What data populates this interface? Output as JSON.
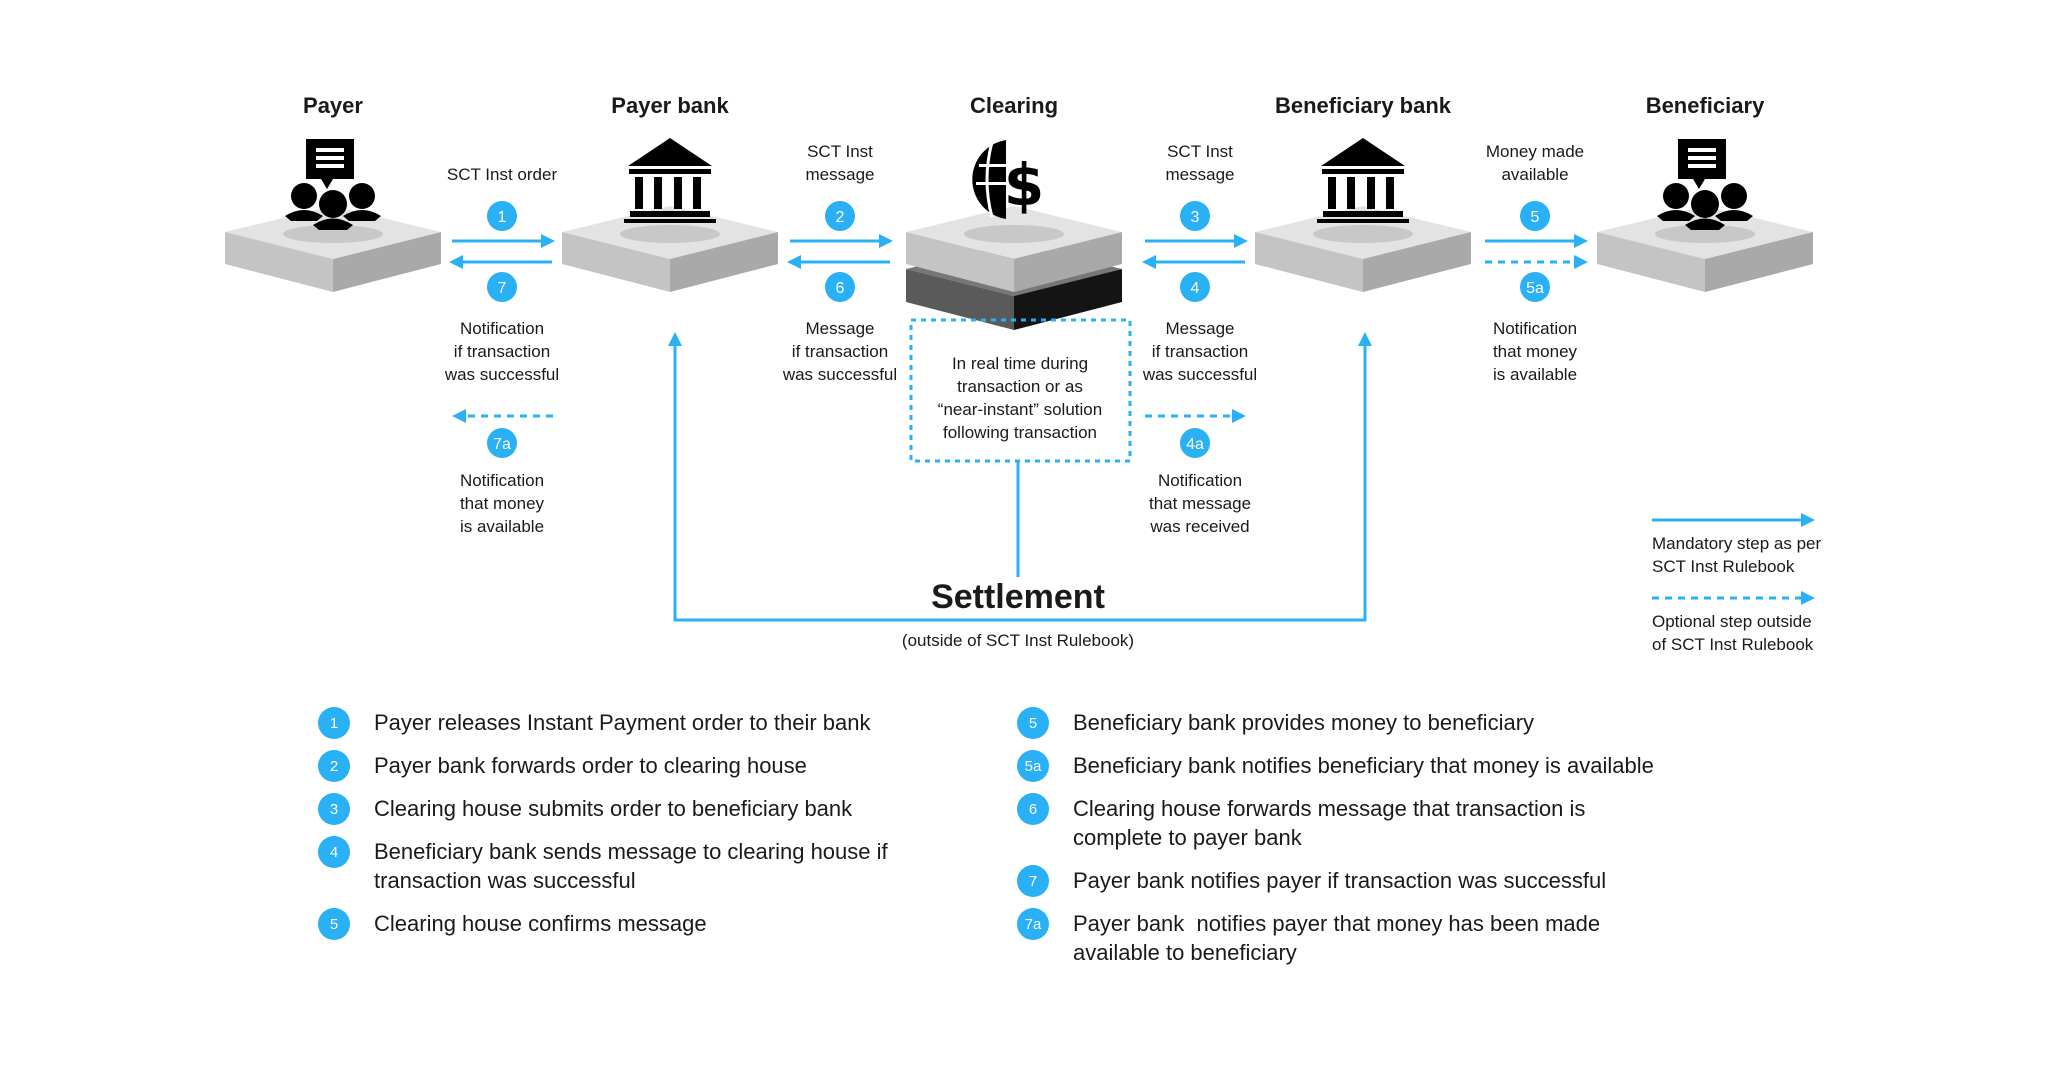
{
  "colors": {
    "accent": "#29b0f5",
    "text": "#1a1a1a",
    "platform_top": "#e3e3e3",
    "platform_left": "#c4c4c4",
    "platform_right": "#a9a9a9"
  },
  "actors": [
    {
      "id": "payer",
      "title": "Payer",
      "icon": "people-chat-icon"
    },
    {
      "id": "payer_bank",
      "title": "Payer bank",
      "icon": "bank-icon"
    },
    {
      "id": "clearing",
      "title": "Clearing",
      "icon": "globe-dollar-icon"
    },
    {
      "id": "beneficiary_bank",
      "title": "Beneficiary bank",
      "icon": "bank-icon"
    },
    {
      "id": "beneficiary",
      "title": "Beneficiary",
      "icon": "people-chat-icon"
    }
  ],
  "flows": {
    "payer_to_payer_bank": {
      "top_label": [
        "SCT Inst order"
      ],
      "forward_step": "1",
      "back_step": "7",
      "bottom_label": [
        "Notification",
        "if transaction",
        "was successful"
      ]
    },
    "payer_bank_to_clearing": {
      "top_label": [
        "SCT Inst",
        "message"
      ],
      "forward_step": "2",
      "back_step": "6",
      "bottom_label": [
        "Message",
        "if transaction",
        "was successful"
      ]
    },
    "clearing_to_beneficiary_bank": {
      "top_label": [
        "SCT Inst",
        "message"
      ],
      "forward_step": "3",
      "back_step": "4",
      "bottom_label": [
        "Message",
        "if transaction",
        "was successful"
      ]
    },
    "beneficiary_bank_to_beneficiary": {
      "top_label": [
        "Money made",
        "available"
      ],
      "forward_step": "5",
      "optional_step": "5a",
      "bottom_label": [
        "Notification",
        "that money",
        "is available"
      ]
    }
  },
  "optional_flows": {
    "step_7a": {
      "step": "7a",
      "label": [
        "Notification",
        "that money",
        "is available"
      ]
    },
    "step_4a": {
      "step": "4a",
      "label": [
        "Notification",
        "that message",
        "was received"
      ]
    }
  },
  "clearing_note": [
    "In real time during",
    "transaction or as",
    "“near-instant” solution",
    "following transaction"
  ],
  "settlement": {
    "title": "Settlement",
    "subtitle": "(outside of SCT Inst Rulebook)"
  },
  "key": {
    "mandatory": [
      "Mandatory step as per",
      "SCT Inst Rulebook"
    ],
    "optional": [
      "Optional step outside",
      "of SCT Inst Rulebook"
    ]
  },
  "legend": {
    "left": [
      {
        "step": "1",
        "text": "Payer releases Instant Payment order to their bank"
      },
      {
        "step": "2",
        "text": "Payer bank forwards order to clearing house"
      },
      {
        "step": "3",
        "text": "Clearing house submits order to beneficiary bank"
      },
      {
        "step": "4",
        "text": "Beneficiary bank sends message to clearing house if transaction was successful"
      },
      {
        "step": "5",
        "text": "Clearing house confirms message"
      }
    ],
    "right": [
      {
        "step": "5",
        "text": "Beneficiary bank provides money to beneficiary"
      },
      {
        "step": "5a",
        "text": "Beneficiary bank notifies beneficiary that money is available"
      },
      {
        "step": "6",
        "text": "Clearing house forwards message that transaction is complete to payer bank"
      },
      {
        "step": "7",
        "text": "Payer bank notifies payer if transaction was successful"
      },
      {
        "step": "7a",
        "text": "Payer bank  notifies payer that money has been made available to beneficiary"
      }
    ]
  }
}
